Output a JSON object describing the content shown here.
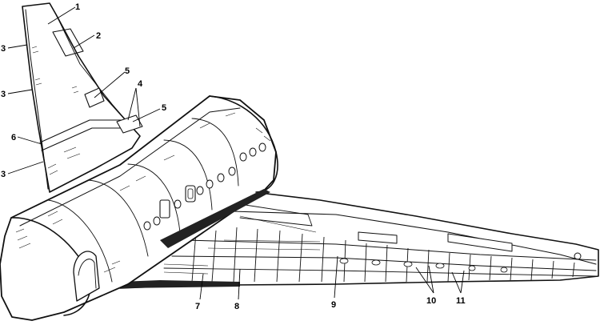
{
  "callouts": {
    "c1": "1",
    "c2": "2",
    "c3a": "3",
    "c3b": "3",
    "c3c": "3",
    "c4": "4",
    "c5a": "5",
    "c5b": "5",
    "c6": "6",
    "c7": "7",
    "c8": "8",
    "c9": "9",
    "c10": "10",
    "c11": "11"
  },
  "colors": {
    "ink": "#111111",
    "paper": "#ffffff"
  }
}
